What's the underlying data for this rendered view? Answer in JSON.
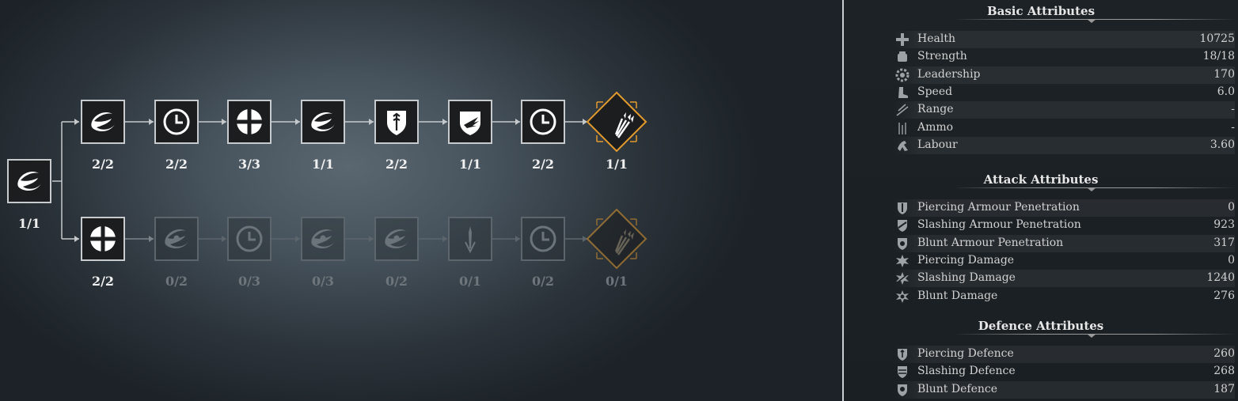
{
  "tree": {
    "root": {
      "icon": "crescent-slash-icon",
      "count": "1/1"
    },
    "row1": [
      {
        "icon": "crescent-slash-icon",
        "count": "2/2"
      },
      {
        "icon": "clock-icon",
        "count": "2/2"
      },
      {
        "icon": "cross-shield-icon",
        "count": "3/3"
      },
      {
        "icon": "crescent-slash-icon",
        "count": "1/1"
      },
      {
        "icon": "arrow-shield-icon",
        "count": "2/2"
      },
      {
        "icon": "wing-shield-icon",
        "count": "1/1"
      },
      {
        "icon": "clock-icon",
        "count": "2/2"
      },
      {
        "icon": "spear-volley-icon",
        "count": "1/1"
      }
    ],
    "row2": [
      {
        "icon": "cross-shield-icon",
        "count": "2/2"
      },
      {
        "icon": "crescent-eye-icon",
        "count": "0/2"
      },
      {
        "icon": "clock-icon",
        "count": "0/3"
      },
      {
        "icon": "crescent-eye-icon",
        "count": "0/3"
      },
      {
        "icon": "crescent-eye-icon",
        "count": "0/2"
      },
      {
        "icon": "spear-icon",
        "count": "0/1"
      },
      {
        "icon": "clock-icon",
        "count": "0/2"
      },
      {
        "icon": "spear-volley-icon",
        "count": "0/1"
      }
    ],
    "accent_color": "#e39a2c"
  },
  "attributes": {
    "basic": {
      "title": "Basic Attributes",
      "rows": [
        {
          "icon": "health-cross-icon",
          "label": "Health",
          "value": "10725"
        },
        {
          "icon": "strength-fist-icon",
          "label": "Strength",
          "value": "18/18"
        },
        {
          "icon": "leadership-gear-icon",
          "label": "Leadership",
          "value": "170"
        },
        {
          "icon": "speed-boot-icon",
          "label": "Speed",
          "value": "6.0"
        },
        {
          "icon": "range-arrows-icon",
          "label": "Range",
          "value": "-"
        },
        {
          "icon": "ammo-arrows-icon",
          "label": "Ammo",
          "value": "-"
        },
        {
          "icon": "labour-horse-icon",
          "label": "Labour",
          "value": "3.60"
        }
      ]
    },
    "attack": {
      "title": "Attack Attributes",
      "rows": [
        {
          "icon": "piercing-penetration-icon",
          "label": "Piercing Armour Penetration",
          "value": "0"
        },
        {
          "icon": "slashing-penetration-icon",
          "label": "Slashing Armour Penetration",
          "value": "923"
        },
        {
          "icon": "blunt-penetration-icon",
          "label": "Blunt Armour Penetration",
          "value": "317"
        },
        {
          "icon": "piercing-damage-icon",
          "label": "Piercing Damage",
          "value": "0"
        },
        {
          "icon": "slashing-damage-icon",
          "label": "Slashing Damage",
          "value": "1240"
        },
        {
          "icon": "blunt-damage-icon",
          "label": "Blunt Damage",
          "value": "276"
        }
      ]
    },
    "defence": {
      "title": "Defence Attributes",
      "rows": [
        {
          "icon": "piercing-defence-icon",
          "label": "Piercing Defence",
          "value": "260"
        },
        {
          "icon": "slashing-defence-icon",
          "label": "Slashing Defence",
          "value": "268"
        },
        {
          "icon": "blunt-defence-icon",
          "label": "Blunt Defence",
          "value": "187"
        }
      ]
    }
  }
}
